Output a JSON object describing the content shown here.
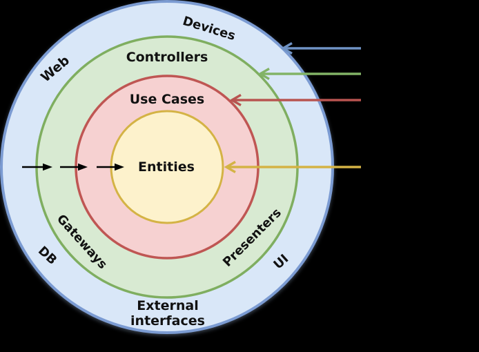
{
  "colors": {
    "background": "#000000",
    "text": "#111111",
    "black_arrow": "#000000"
  },
  "rings": [
    {
      "fill": "#d9e7f8",
      "stroke": "#7b9bd2"
    },
    {
      "fill": "#d8ead2",
      "stroke": "#7fae60"
    },
    {
      "fill": "#f6d1d1",
      "stroke": "#bf5653"
    },
    {
      "fill": "#fdf2cc",
      "stroke": "#d4b345"
    }
  ],
  "labels": {
    "devices": "Devices",
    "web": "Web",
    "controllers": "Controllers",
    "use_cases": "Use Cases",
    "entities": "Entities",
    "gateways": "Gateways",
    "db": "DB",
    "presenters": "Presenters",
    "ui": "UI",
    "external_line1": "External",
    "external_line2": "interfaces"
  },
  "arrows": {
    "blue": "#6f92c4",
    "green": "#82b366",
    "red": "#b85450",
    "yellow": "#d4b345"
  }
}
